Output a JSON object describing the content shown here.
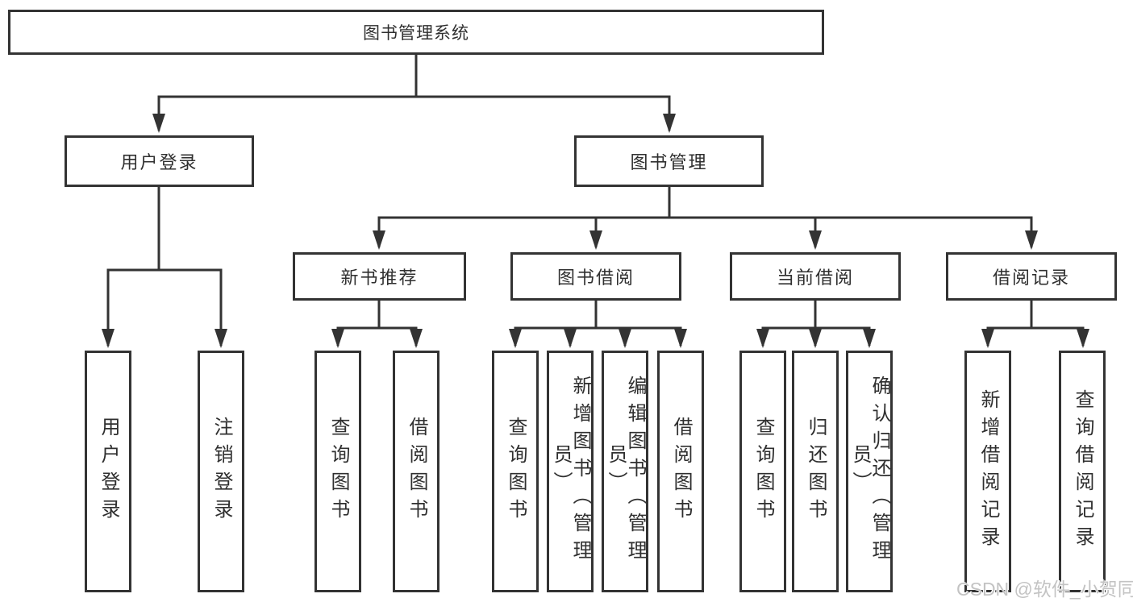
{
  "diagram": {
    "title": "图书管理系统",
    "type": "hierarchy-tree",
    "colors": {
      "line": "#333333",
      "box_border": "#333333",
      "text": "#2f2f2f",
      "background": "#ffffff",
      "watermark": "#c3c3c3"
    },
    "tree": {
      "root": {
        "label": "图书管理系统"
      },
      "branches": [
        {
          "label": "用户登录",
          "children": [
            {
              "label": "用户登录"
            },
            {
              "label": "注销登录"
            }
          ]
        },
        {
          "label": "图书管理",
          "children": [
            {
              "label": "新书推荐",
              "children": [
                {
                  "label": "查询图书"
                },
                {
                  "label": "借阅图书"
                }
              ]
            },
            {
              "label": "图书借阅",
              "children": [
                {
                  "label": "查询图书"
                },
                {
                  "label": "新增图书（管理员）"
                },
                {
                  "label": "编辑图书（管理员）"
                },
                {
                  "label": "借阅图书"
                }
              ]
            },
            {
              "label": "当前借阅",
              "children": [
                {
                  "label": "查询图书"
                },
                {
                  "label": "归还图书"
                },
                {
                  "label": "确认归还（管理员）"
                }
              ]
            },
            {
              "label": "借阅记录",
              "children": [
                {
                  "label": "新增借阅记录"
                },
                {
                  "label": "查询借阅记录"
                }
              ]
            }
          ]
        }
      ]
    }
  },
  "watermark": {
    "text": "CSDN @软件_小贺同学"
  }
}
